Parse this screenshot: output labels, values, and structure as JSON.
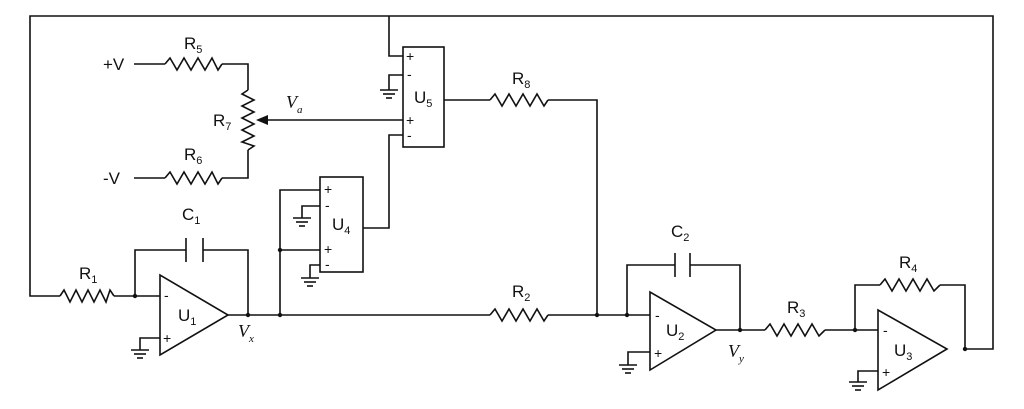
{
  "supply": {
    "pos": "+V",
    "neg": "-V"
  },
  "components": {
    "R1": {
      "letter": "R",
      "sub": "1"
    },
    "R2": {
      "letter": "R",
      "sub": "2"
    },
    "R3": {
      "letter": "R",
      "sub": "3"
    },
    "R4": {
      "letter": "R",
      "sub": "4"
    },
    "R5": {
      "letter": "R",
      "sub": "5"
    },
    "R6": {
      "letter": "R",
      "sub": "6"
    },
    "R7": {
      "letter": "R",
      "sub": "7"
    },
    "R8": {
      "letter": "R",
      "sub": "8"
    },
    "C1": {
      "letter": "C",
      "sub": "1"
    },
    "C2": {
      "letter": "C",
      "sub": "2"
    },
    "U1": {
      "letter": "U",
      "sub": "1"
    },
    "U2": {
      "letter": "U",
      "sub": "2"
    },
    "U3": {
      "letter": "U",
      "sub": "3"
    },
    "U4": {
      "letter": "U",
      "sub": "4"
    },
    "U5": {
      "letter": "U",
      "sub": "5"
    }
  },
  "nodes": {
    "Vx": {
      "letter": "V",
      "sub": "x"
    },
    "Vy": {
      "letter": "V",
      "sub": "y"
    },
    "Va": {
      "letter": "V",
      "sub": "a"
    }
  },
  "pin_signs": {
    "plus": "+",
    "minus": "-"
  }
}
